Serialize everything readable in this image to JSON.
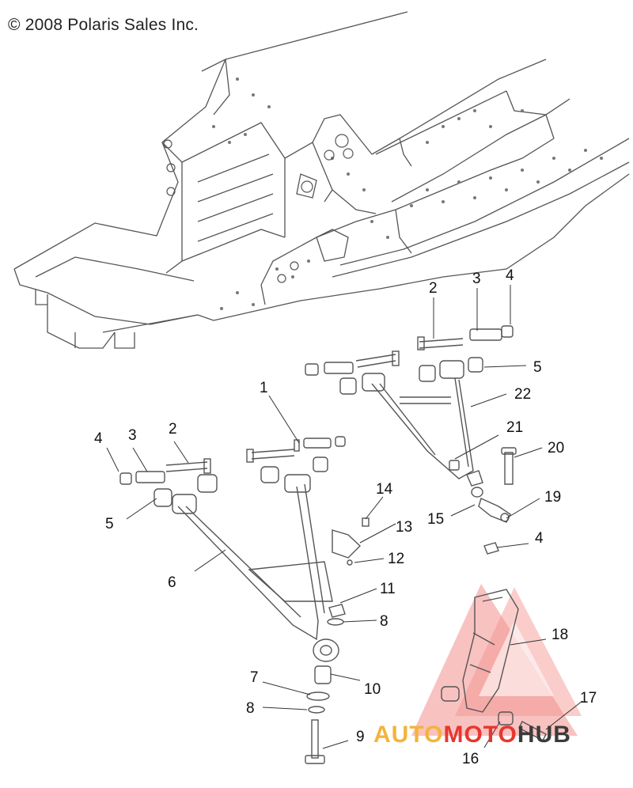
{
  "copyright": "© 2008 Polaris Sales Inc.",
  "callouts": {
    "c1": "1",
    "c2a": "2",
    "c2b": "2",
    "c3a": "3",
    "c3b": "3",
    "c4a": "4",
    "c4b": "4",
    "c4c": "4",
    "c5a": "5",
    "c5b": "5",
    "c6": "6",
    "c7": "7",
    "c8a": "8",
    "c8b": "8",
    "c9": "9",
    "c10": "10",
    "c11": "11",
    "c12": "12",
    "c13": "13",
    "c14": "14",
    "c15": "15",
    "c16": "16",
    "c17": "17",
    "c18": "18",
    "c19": "19",
    "c20": "20",
    "c21": "21",
    "c22": "22"
  },
  "watermark": {
    "part1": "AUTO",
    "part2": "MOTO",
    "part3": "HUB"
  },
  "colors": {
    "line": "#555555",
    "watermark_red": "#e8362e",
    "watermark_orange": "#f3b43b",
    "watermark_dark": "#3b3b3b"
  }
}
